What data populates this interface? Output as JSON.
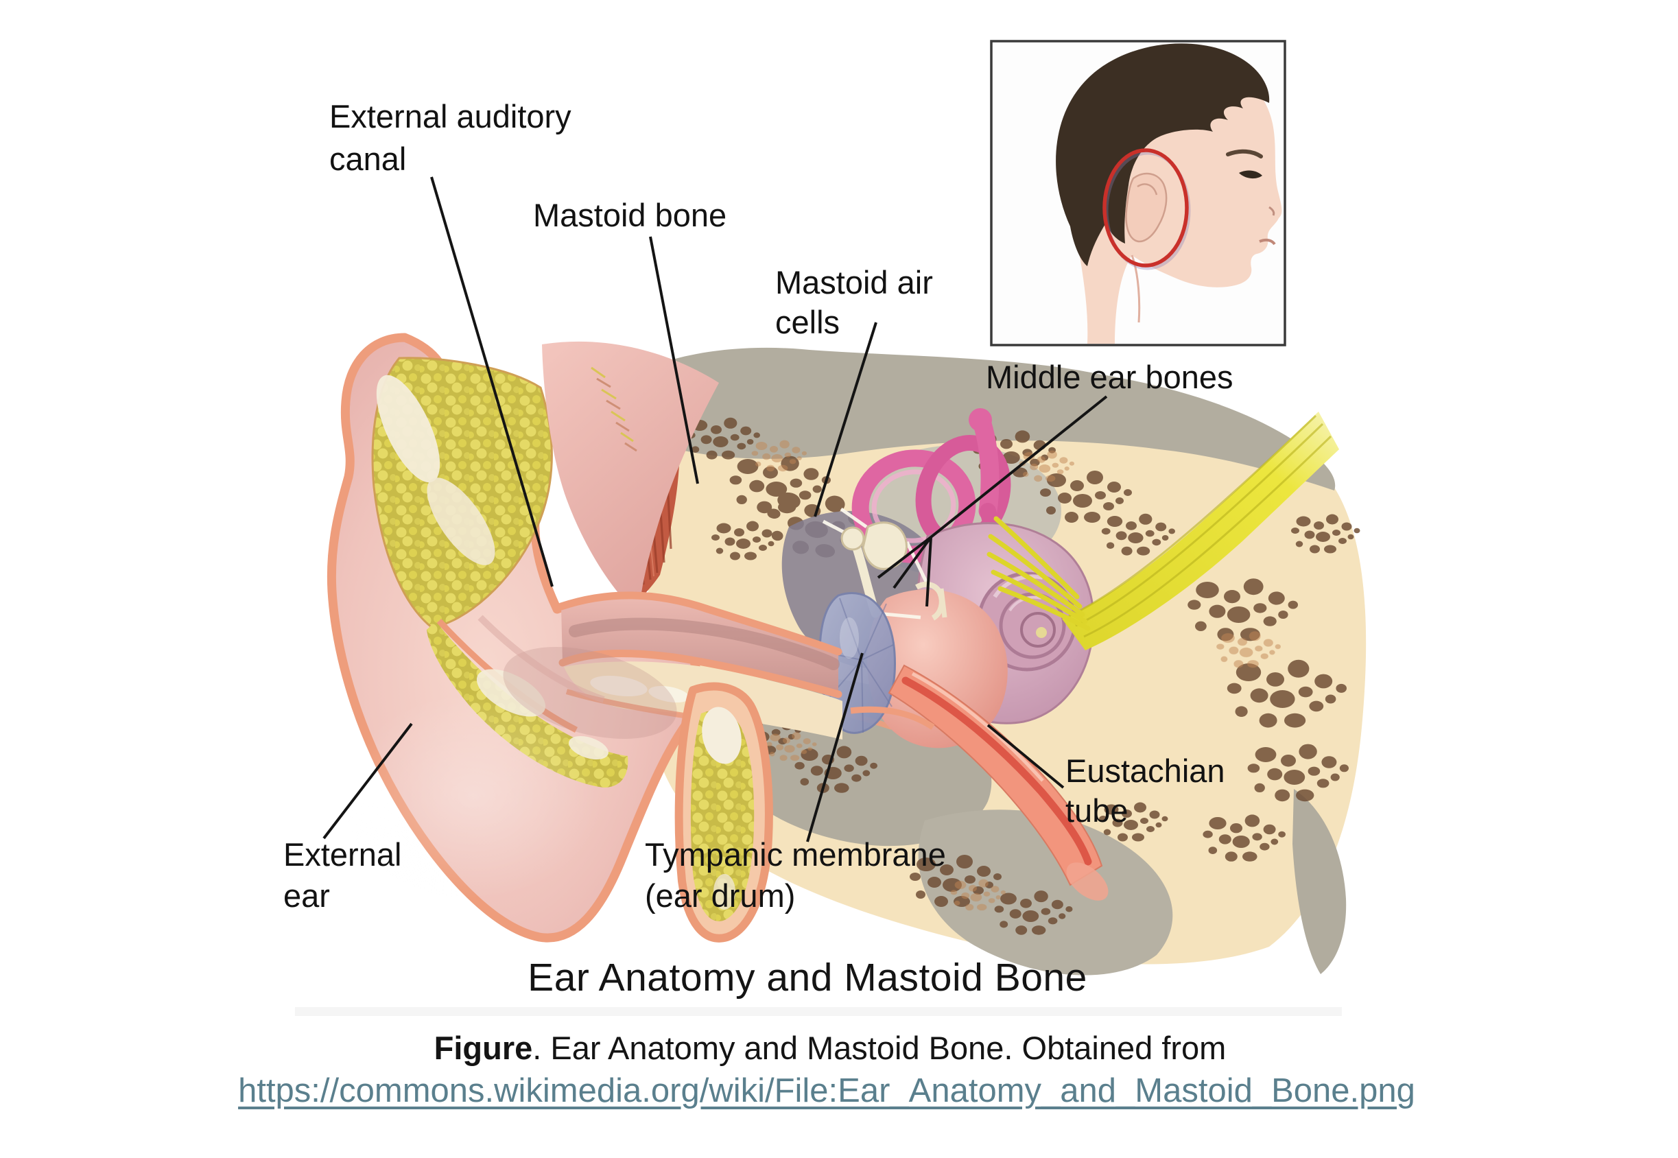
{
  "figure": {
    "title": "Ear Anatomy and Mastoid Bone",
    "caption_prefix": "Figure",
    "caption_rest": ". Ear Anatomy and Mastoid Bone. Obtained from",
    "link_url": "https://commons.wikimedia.org/wiki/File:Ear_Anatomy_and_Mastoid_Bone.png"
  },
  "labels": {
    "eac1": "External auditory",
    "eac2": "canal",
    "mastoid_bone": "Mastoid bone",
    "mac1": "Mastoid air",
    "mac2": "cells",
    "meb": "Middle ear bones",
    "eus1": "Eustachian",
    "eus2": "tube",
    "tym1": "Tympanic membrane",
    "tym2": "(ear drum)",
    "ext1": "External",
    "ext2": "ear"
  },
  "colors": {
    "label_text": "#121212",
    "leader_line": "#141414",
    "link_text": "#5a7f8d",
    "highlight_circle": "#c9302a"
  }
}
